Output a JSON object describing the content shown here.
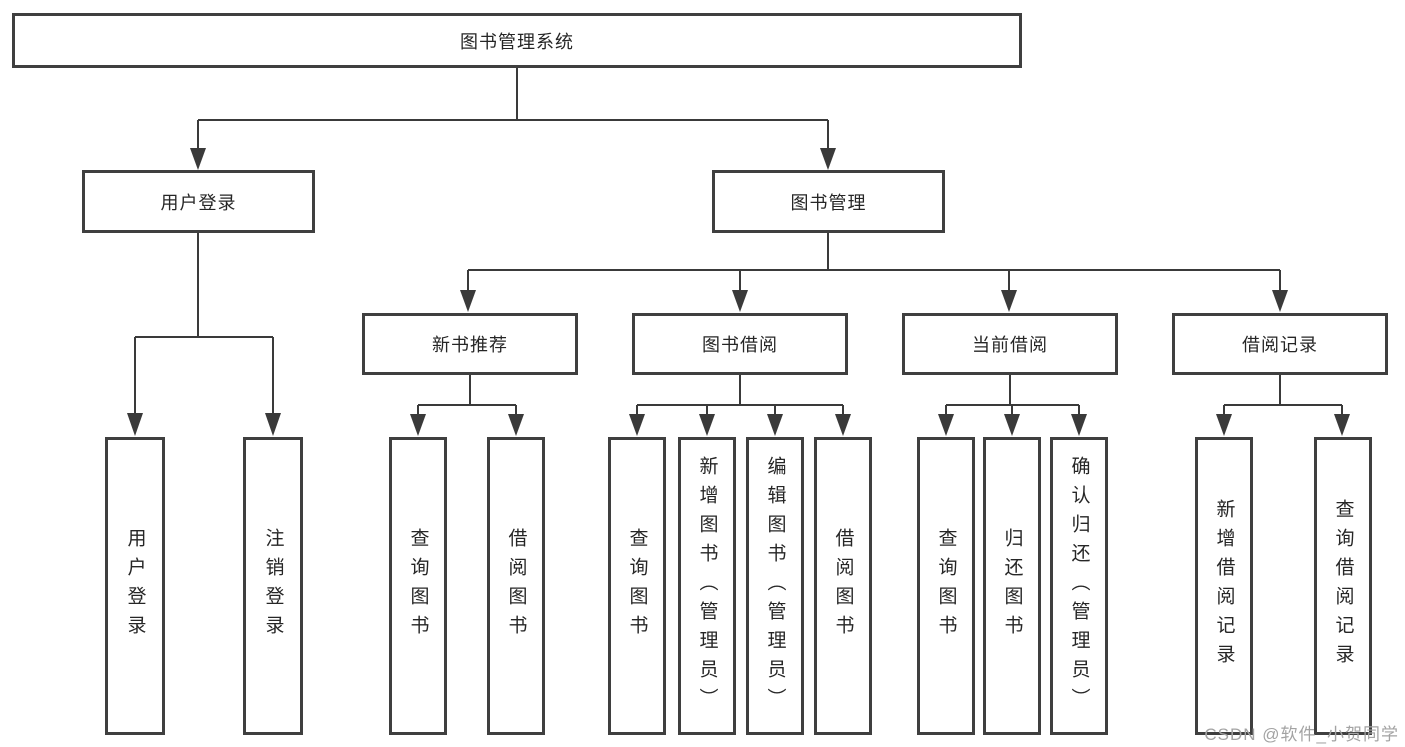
{
  "tree": {
    "root": {
      "label": "图书管理系统"
    },
    "branches": [
      {
        "label": "用户登录",
        "children": [
          {
            "label": "用户登录"
          },
          {
            "label": "注销登录"
          }
        ]
      },
      {
        "label": "图书管理",
        "children": [
          {
            "label": "新书推荐",
            "children": [
              {
                "label": "查询图书"
              },
              {
                "label": "借阅图书"
              }
            ]
          },
          {
            "label": "图书借阅",
            "children": [
              {
                "label": "查询图书"
              },
              {
                "label": "新增图书（管理员）"
              },
              {
                "label": "编辑图书（管理员）"
              },
              {
                "label": "借阅图书"
              }
            ]
          },
          {
            "label": "当前借阅",
            "children": [
              {
                "label": "查询图书"
              },
              {
                "label": "归还图书"
              },
              {
                "label": "确认归还（管理员）"
              }
            ]
          },
          {
            "label": "借阅记录",
            "children": [
              {
                "label": "新增借阅记录"
              },
              {
                "label": "查询借阅记录"
              }
            ]
          }
        ]
      }
    ]
  },
  "watermark": "CSDN @软件_小贺同学",
  "colors": {
    "line": "#3a3a3a",
    "box_border": "#3f3f3f",
    "box_background": "#ffffff",
    "text": "#262626",
    "watermark": "#a3a3a3"
  }
}
